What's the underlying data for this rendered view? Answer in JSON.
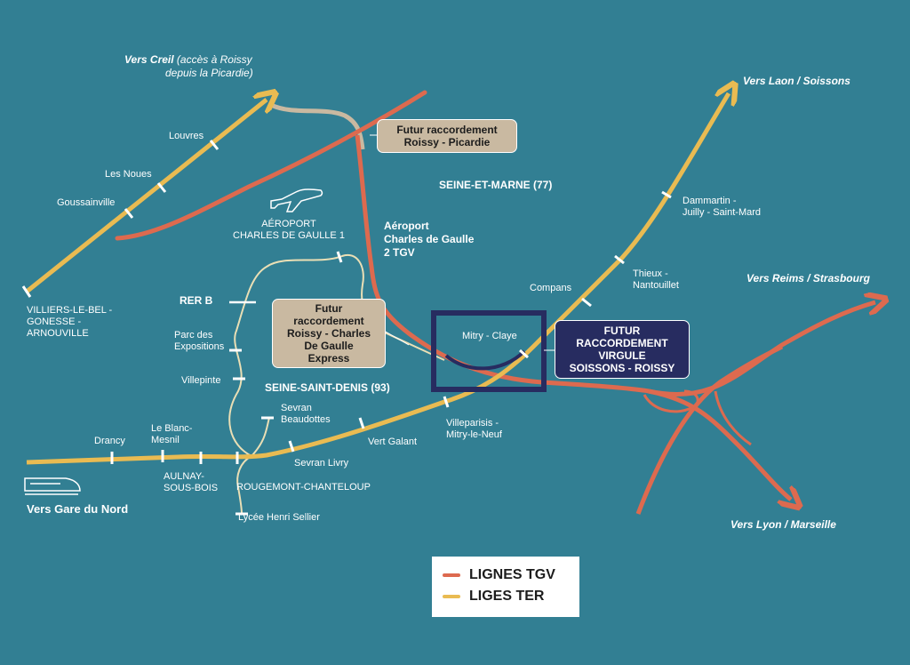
{
  "colors": {
    "background": "#327f93",
    "tgv": "#dd6a4f",
    "ter": "#e9bb52",
    "rer": "#eadfb5",
    "future_tan": "#c9b9a1",
    "future_navy": "#272c60"
  },
  "directions": {
    "creil_line1": "Vers Creil",
    "creil_line1b": " (accès à Roissy",
    "creil_line2": "depuis la Picardie)",
    "laon": "Vers Laon / Soissons",
    "reims": "Vers Reims / Strasbourg",
    "lyon": "Vers Lyon / Marseille",
    "gare_du_nord": "Vers Gare du Nord"
  },
  "regions": {
    "seine_et_marne": "SEINE-ET-MARNE (77)",
    "seine_saint_denis": "SEINE-SAINT-DENIS (93)"
  },
  "airport": {
    "cdg1": "AÉROPORT\nCHARLES DE GAULLE 1",
    "cdg2": "Aéroport\nCharles de Gaulle\n2 TGV"
  },
  "rer_b": "RER B",
  "stations": {
    "louvres": "Louvres",
    "les_noues": "Les Noues",
    "goussainville": "Goussainville",
    "villiers": "VILLIERS-LE-BEL -\nGONESSE -\nARNOUVILLE",
    "parc_expo": "Parc des\nExpositions",
    "villepinte": "Villepinte",
    "sevran_beaudottes": "Sevran\nBeaudottes",
    "drancy": "Drancy",
    "le_blanc_mesnil": "Le Blanc-\nMesnil",
    "aulnay": "AULNAY-\nSOUS-BOIS",
    "rougemont": "ROUGEMONT-CHANTELOUP",
    "lycee": "Lycée Henri Sellier",
    "sevran_livry": "Sevran Livry",
    "vert_galant": "Vert Galant",
    "villeparisis": "Villeparisis -\nMitry-le-Neuf",
    "mitry_claye": "Mitry - Claye",
    "compans": "Compans",
    "thieux": "Thieux -\nNantouillet",
    "dammartin": "Dammartin -\nJuilly - Saint-Mard"
  },
  "future_boxes": {
    "picardie": "Futur raccordement\nRoissy - Picardie",
    "cdg_express": "Futur\nraccordement\nRoissy - Charles\nDe Gaulle\nExpress",
    "virgule": "FUTUR\nRACCORDEMENT\nVIRGULE\nSOISSONS - ROISSY"
  },
  "legend": {
    "tgv": "LIGNES TGV",
    "ter": "LIGES TER"
  },
  "icons": {
    "airplane": "airplane-icon",
    "train": "train-icon"
  }
}
